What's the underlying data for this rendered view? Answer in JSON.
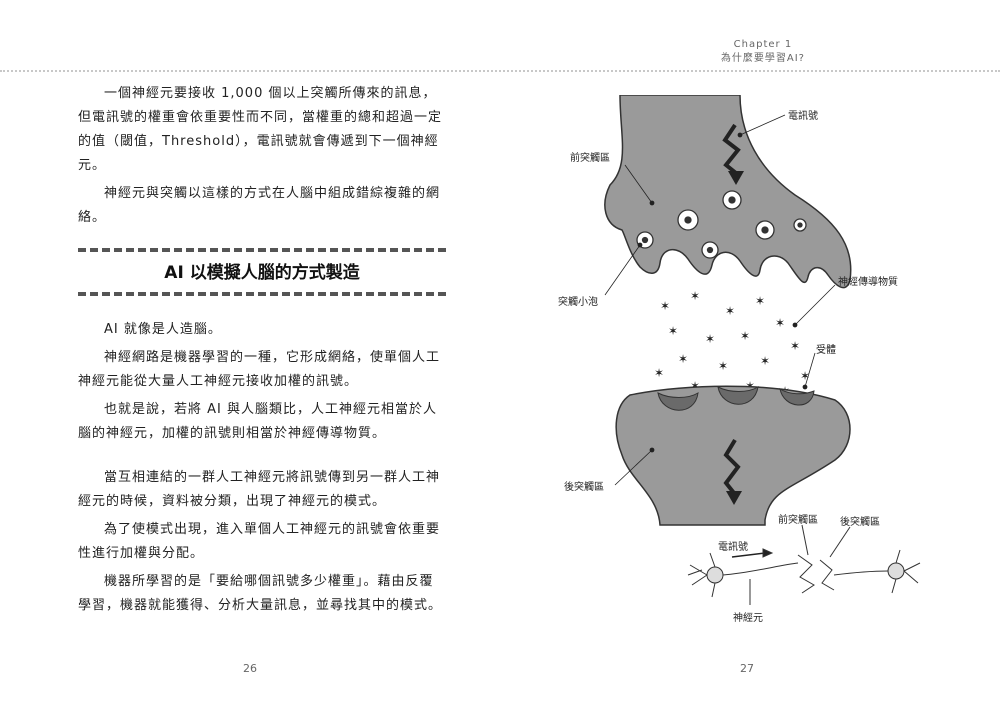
{
  "header": {
    "chapter_line1": "Chapter 1",
    "chapter_line2": "為什麼要學習AI?"
  },
  "left_page": {
    "paragraphs_top": [
      "一個神經元要接收 1,000 個以上突觸所傳來的訊息，但電訊號的權重會依重要性而不同，當權重的總和超過一定的值（閾值，Threshold），電訊號就會傳遞到下一個神經元。",
      "神經元與突觸以這樣的方式在人腦中組成錯綜複雜的網絡。"
    ],
    "section_title": "AI 以模擬人腦的方式製造",
    "paragraphs_mid": [
      "AI 就像是人造腦。",
      "神經網路是機器學習的一種，它形成網絡，使單個人工神經元能從大量人工神經元接收加權的訊號。",
      "也就是說，若將 AI 與人腦類比，人工神經元相當於人腦的神經元，加權的訊號則相當於神經傳導物質。"
    ],
    "paragraphs_bottom": [
      "當互相連結的一群人工神經元將訊號傳到另一群人工神經元的時候，資料被分類，出現了神經元的模式。",
      "為了使模式出現，進入單個人工神經元的訊號會依重要性進行加權與分配。",
      "機器所學習的是「要給哪個訊號多少權重」。藉由反覆學習，機器就能獲得、分析大量訊息，並尋找其中的模式。"
    ],
    "page_number": "26"
  },
  "right_page": {
    "diagram_labels": {
      "electric_signal": "電訊號",
      "presynaptic_top": "前突觸區",
      "vesicle": "突觸小泡",
      "neurotransmitter": "神經傳導物質",
      "receptor": "受體",
      "postsynaptic": "後突觸區",
      "presynaptic_small": "前突觸區",
      "postsynaptic_small": "後突觸區",
      "electric_signal_small": "電訊號",
      "neuron": "神經元"
    },
    "page_number": "27"
  },
  "colors": {
    "terminal_gray": "#9a9a9a",
    "receptor_dark": "#6a6a6a",
    "dash": "#555555"
  }
}
